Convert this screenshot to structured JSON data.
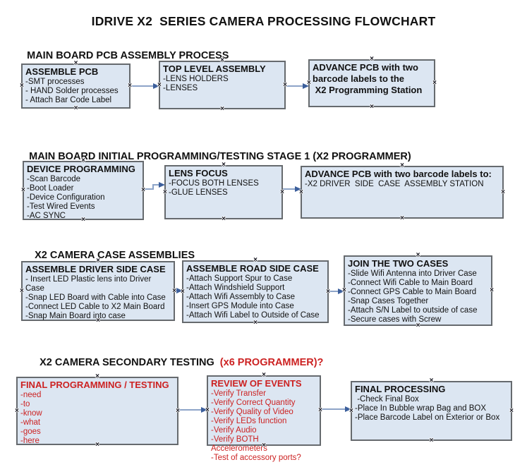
{
  "title": "IDRIVE X2  SERIES CAMERA PROCESSING FLOWCHART",
  "icons": {
    "connection_point": "×"
  },
  "colors": {
    "box_fill": "#dce6f2",
    "box_border": "#666a6e",
    "red_text": "#cc2222",
    "connector_line": "#8da4c8",
    "connector_head": "#3c5f9c"
  },
  "sections": [
    {
      "heading": "MAIN BOARD PCB ASSEMBLY PROCESS",
      "boxes": [
        {
          "title": "ASSEMBLE PCB",
          "items": [
            "-SMT processes",
            "- HAND Solder processes",
            "- Attach Bar Code Label"
          ]
        },
        {
          "title": "TOP LEVEL ASSEMBLY",
          "items": [
            "-LENS HOLDERS",
            "-LENSES"
          ]
        },
        {
          "title": "ADVANCE PCB with two barcode labels to the\n X2 Programming Station",
          "items": []
        }
      ]
    },
    {
      "heading": "MAIN BOARD INITIAL PROGRAMMING/TESTING STAGE 1 (X2 PROGRAMMER)",
      "boxes": [
        {
          "title": "DEVICE PROGRAMMING",
          "items": [
            "-Scan Barcode",
            "-Boot Loader",
            "-Device Configuration",
            "-Test Wired Events",
            "-AC SYNC"
          ]
        },
        {
          "title": "LENS FOCUS",
          "items": [
            "-FOCUS BOTH LENSES",
            "-GLUE LENSES"
          ]
        },
        {
          "title": "ADVANCE PCB with two barcode labels to:",
          "items": [
            "-X2 DRIVER  SIDE  CASE  ASSEMBLY STATION"
          ]
        }
      ]
    },
    {
      "heading": "X2 CAMERA CASE ASSEMBLIES",
      "boxes": [
        {
          "title": "ASSEMBLE DRIVER SIDE CASE",
          "items": [
            "- Insert LED Plastic lens into Driver Case",
            "-Snap LED Board with Cable into Case",
            "-Connect LED Cable to X2 Main Board",
            "-Snap Main Board into case"
          ]
        },
        {
          "title": "ASSEMBLE ROAD SIDE CASE",
          "items": [
            "-Attach Support Spur to Case",
            "-Attach Windshield Support",
            "-Attach Wifi Assembly to Case",
            "-Insert GPS Module into Case",
            "-Attach Wifi Label to Outside of Case"
          ]
        },
        {
          "title": "JOIN THE TWO CASES",
          "items": [
            "-Slide Wifi Antenna into Driver Case",
            "-Connect Wifi Cable to Main Board",
            "-Connect GPS Cable to Main Board",
            "-Snap Cases Together",
            "-Attach S/N Label to outside of case",
            "-Secure cases with Screw"
          ]
        }
      ]
    },
    {
      "heading": "X2 CAMERA SECONDARY TESTING  ",
      "heading_red": "(x6 PROGRAMMER)?",
      "boxes": [
        {
          "title": "FINAL PROGRAMMING / TESTING",
          "items": [
            "-need",
            "-to",
            "-know",
            "-what",
            "-goes",
            "-here"
          ]
        },
        {
          "title": "REVIEW OF EVENTS",
          "items": [
            "-Verify Transfer",
            "-Verify Correct Quantity",
            "-Verify Quality of Video",
            "-Verify LEDs function",
            "-Verify Audio",
            "-Verify BOTH Accelerometers",
            "-Test of accessory ports?"
          ]
        },
        {
          "title": "FINAL PROCESSING",
          "items": [
            " -Check Final Box",
            "-Place In Bubble wrap Bag and BOX",
            "-Place Barcode Label on Exterior or Box"
          ]
        }
      ]
    }
  ]
}
